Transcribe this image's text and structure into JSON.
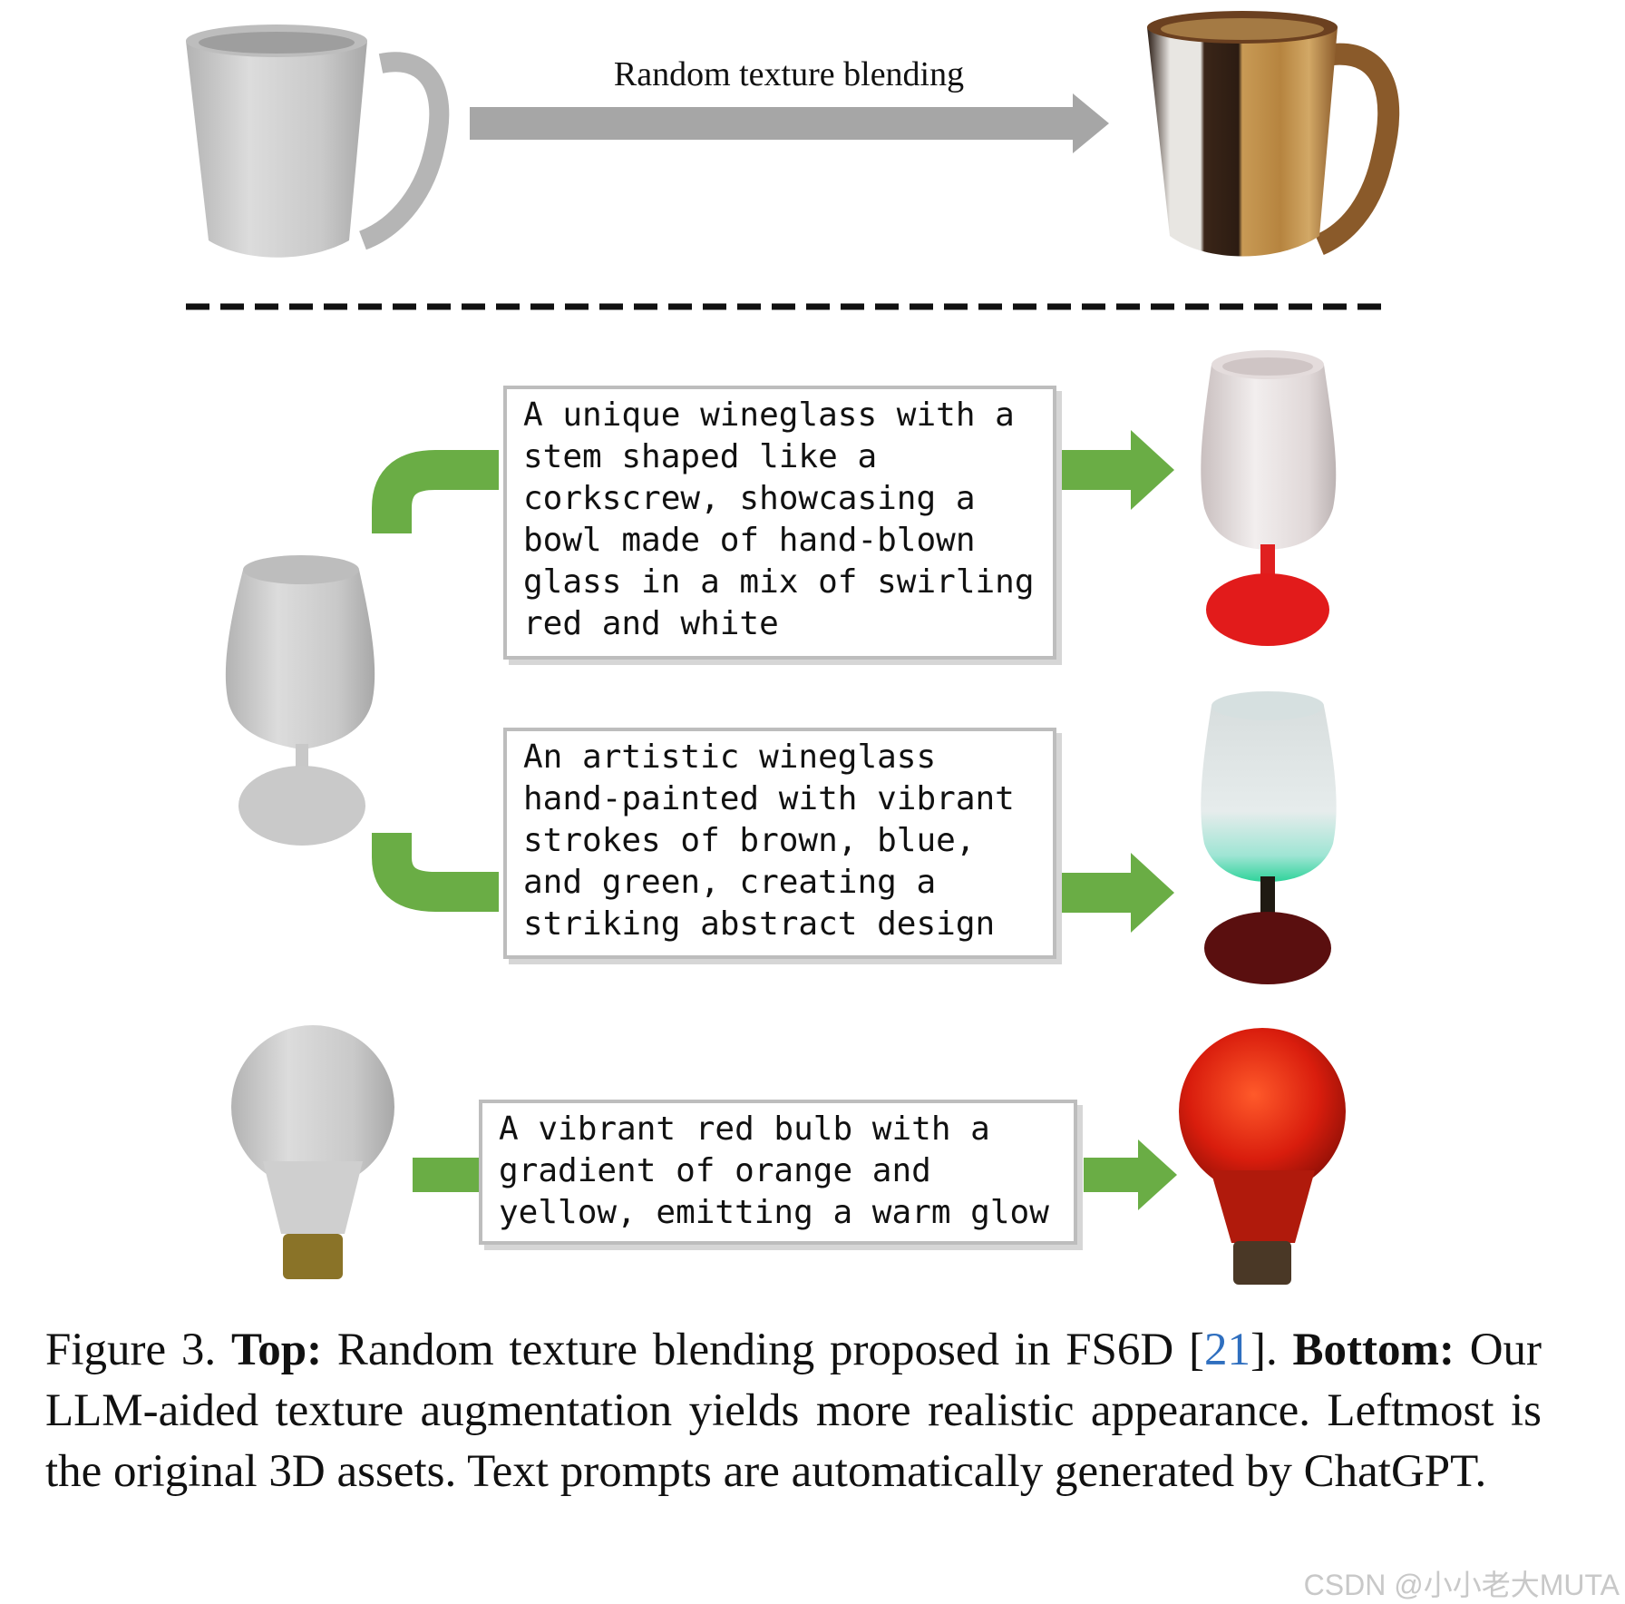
{
  "top": {
    "arrow_label": "Random texture blending"
  },
  "prompts": [
    "A unique wineglass with a\nstem shaped like a\ncorkscrew, showcasing a\nbowl made of hand-blown\nglass in a mix of swirling\nred and white",
    "An artistic wineglass\nhand-painted with vibrant\nstrokes of brown, blue,\nand green, creating a\nstriking abstract design",
    "A vibrant red bulb with a\ngradient of orange and\nyellow, emitting a warm glow"
  ],
  "caption": {
    "figure_label": "Figure 3.",
    "top_label": "Top:",
    "top_text": "Random texture blending proposed in FS6D [",
    "ref": "21",
    "top_text_end": "].",
    "bottom_label": "Bottom:",
    "bottom_text": "Our LLM-aided texture augmentation yields more realistic appearance. Leftmost is the original 3D assets. Text prompts are automatically generated by ChatGPT."
  },
  "watermark": "CSDN @小小老大MUTA",
  "colors": {
    "green_arrow": "#6aad45",
    "gray_arrow": "#a6a6a6",
    "asset_gray": "#c6c6c6",
    "citation": "#2f6fbf"
  }
}
